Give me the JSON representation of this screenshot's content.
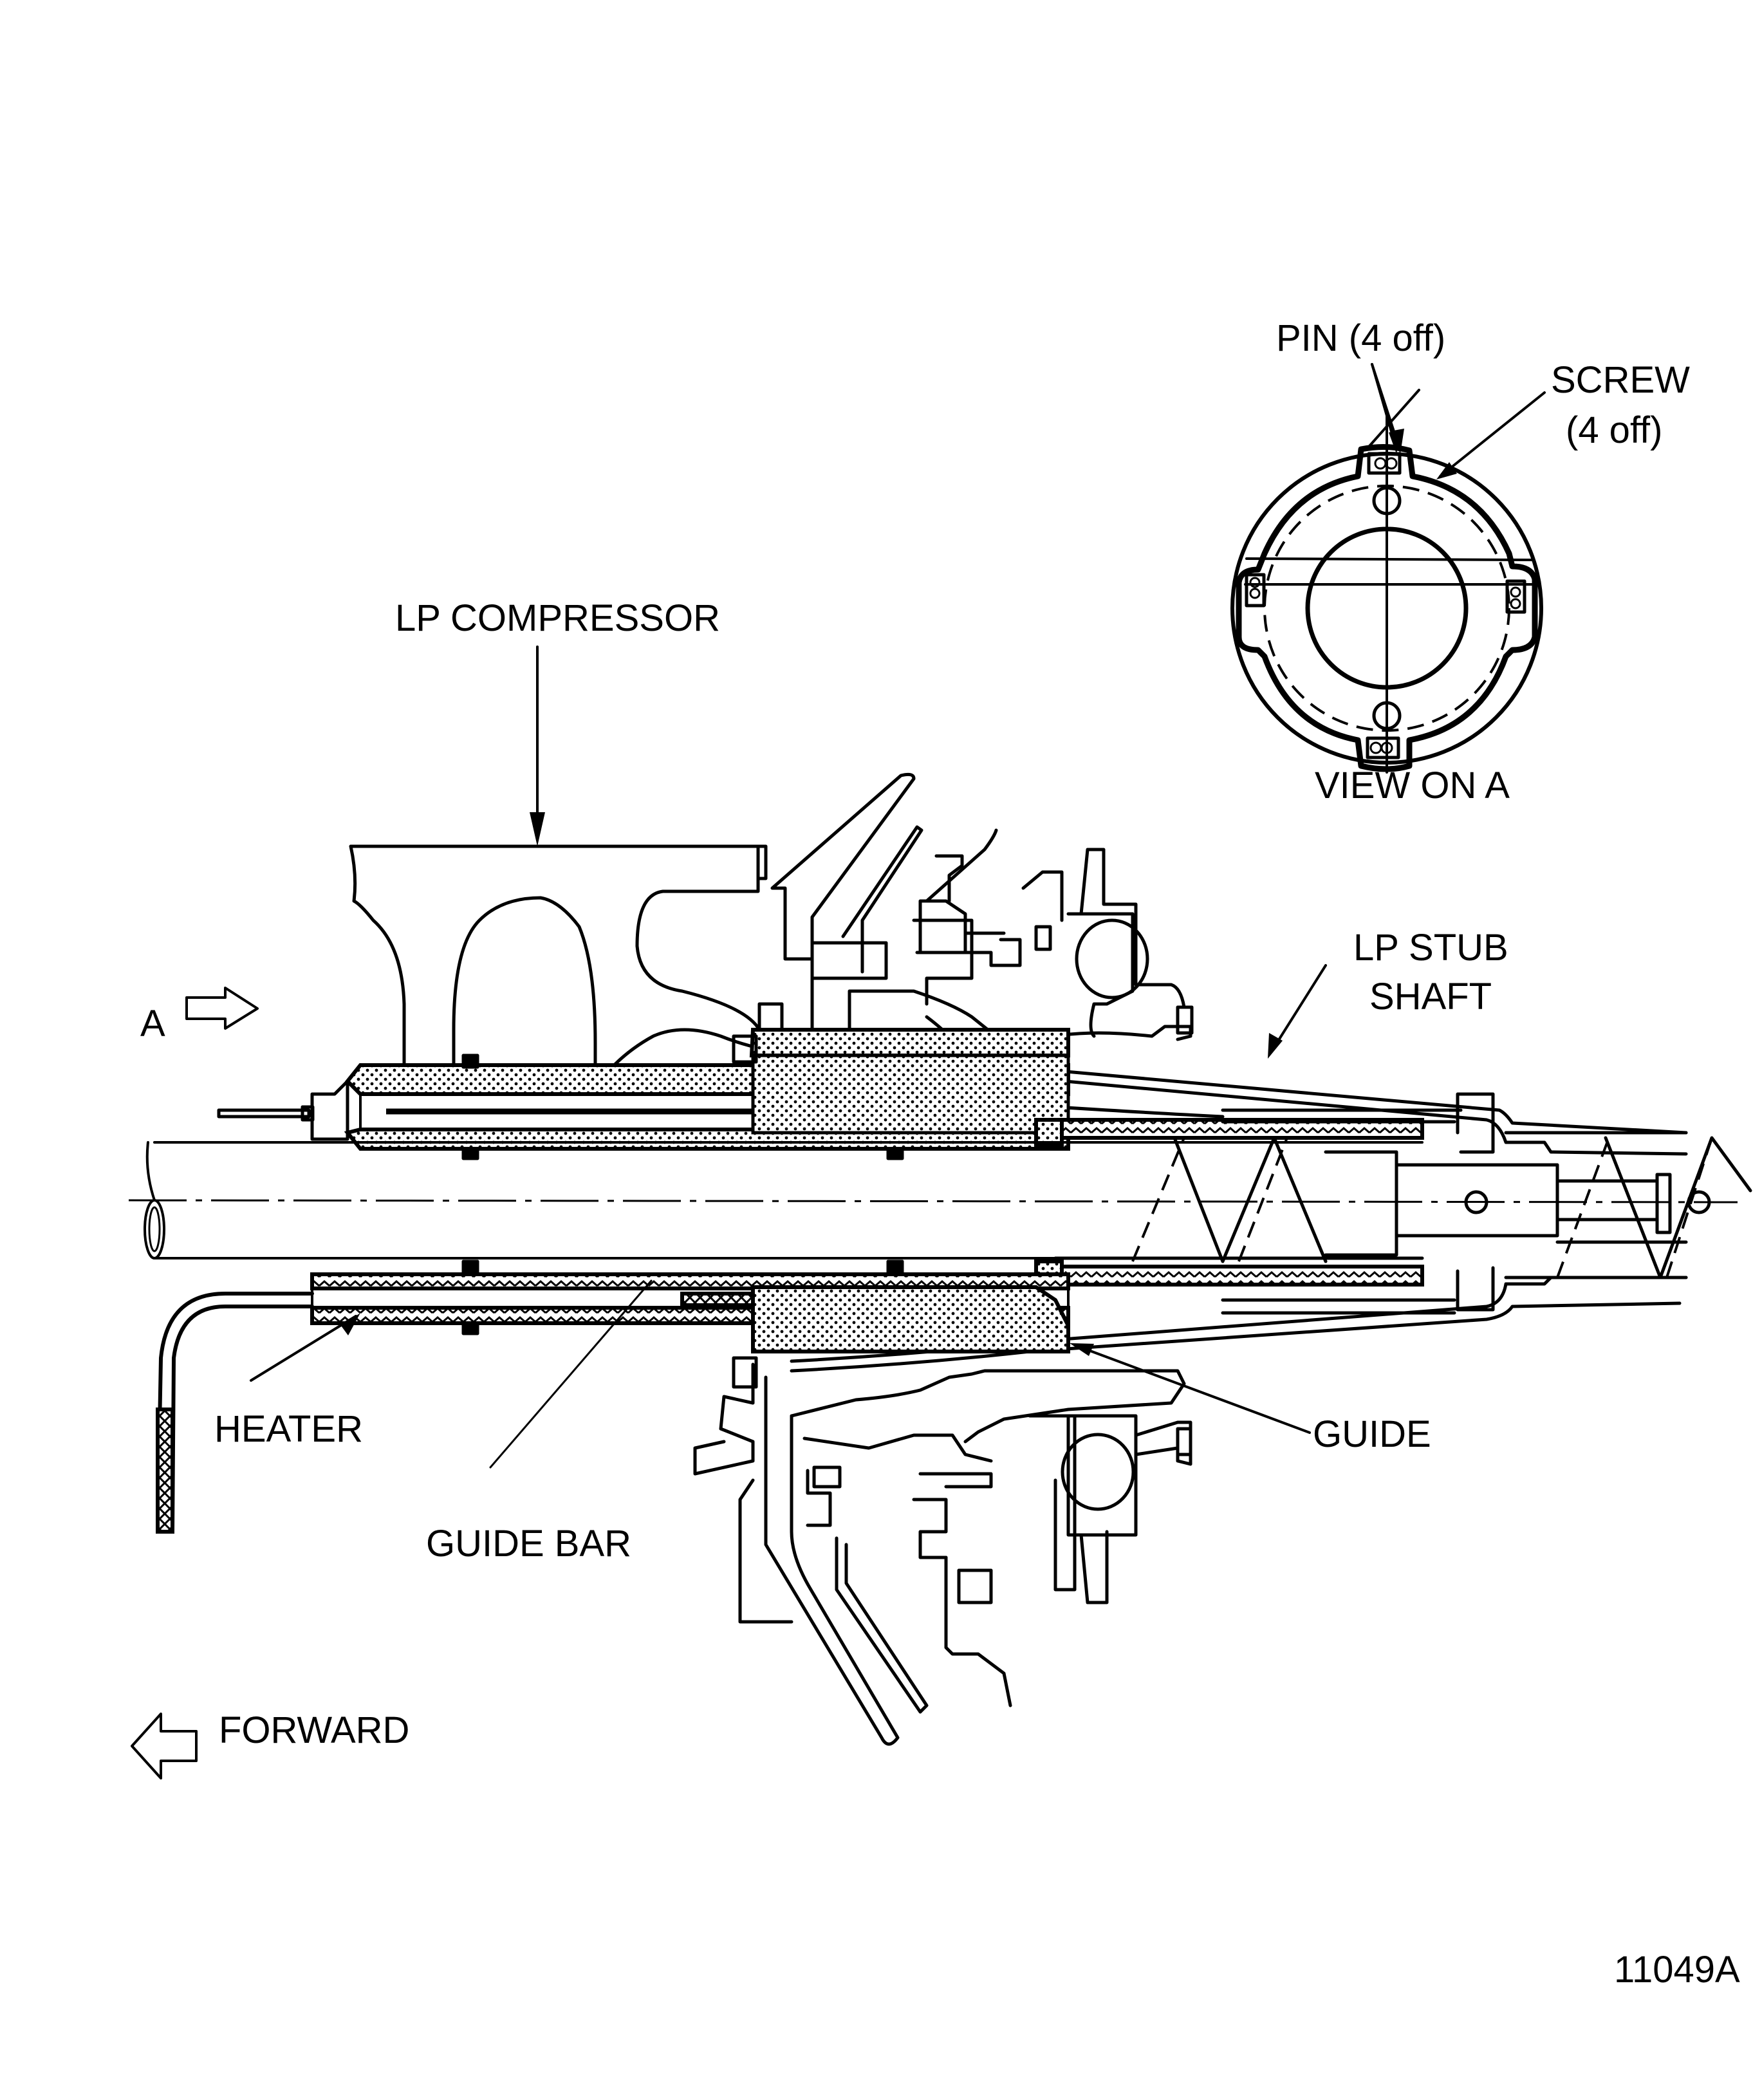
{
  "figure": {
    "id": "11049A",
    "subject": "LP stub shaft heater and guide bar installation",
    "colors": {
      "ink": "#000000",
      "paper": "#ffffff"
    }
  },
  "labels": {
    "pin": "PIN (4 off)",
    "screw_line1": "SCREW",
    "screw_line2": "(4 off)",
    "view_on_a": "VIEW ON A",
    "lp_compressor": "LP COMPRESSOR",
    "lp_stub_line1": "LP STUB",
    "lp_stub_line2": "SHAFT",
    "view_arrow": "A",
    "heater": "HEATER",
    "guide": "GUIDE",
    "guide_bar": "GUIDE BAR",
    "forward": "FORWARD",
    "figure_number": "11049A"
  },
  "icons": {
    "view_direction": "hollow-arrow-right",
    "forward_direction": "hollow-arrow-left"
  }
}
